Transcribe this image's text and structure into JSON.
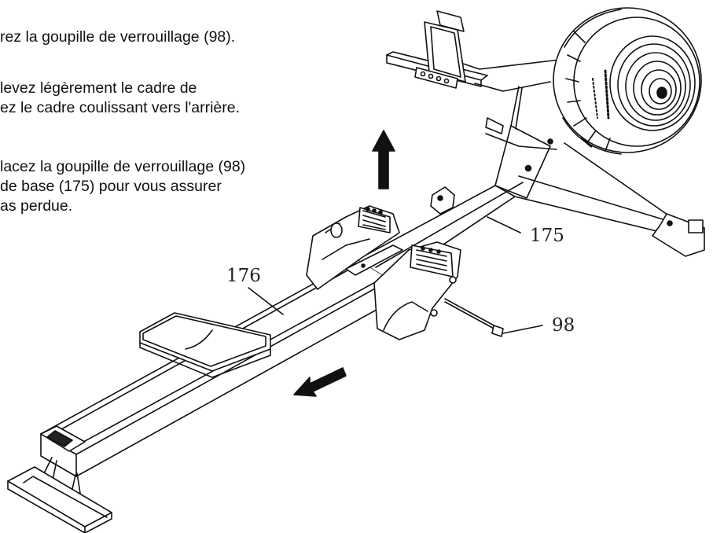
{
  "instructions": {
    "line1": "rez la goupille de verrouillage (98).",
    "line2": "levez légèrement le cadre de",
    "line3": "ez le cadre coulissant vers l'arrière.",
    "line4": "lacez la goupille de verrouillage (98)",
    "line5": "de base (175) pour vous assurer",
    "line6": "as perdue."
  },
  "callouts": {
    "frame_base": "175",
    "slide_rail": "176",
    "lock_pin": "98"
  },
  "arrows": {
    "lift": "up",
    "slide": "rear"
  },
  "colors": {
    "ink": "#111111",
    "background": "#ffffff"
  }
}
